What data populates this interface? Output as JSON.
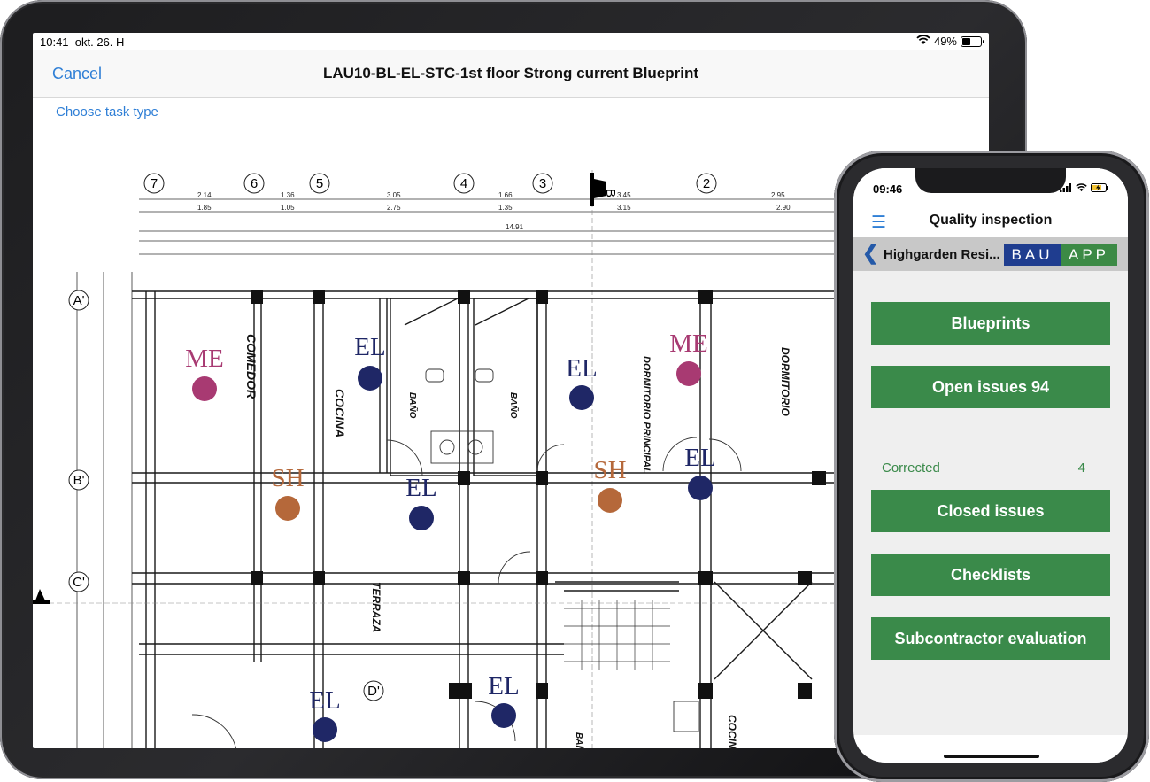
{
  "tablet": {
    "status": {
      "time": "10:41",
      "date": "okt. 26. H",
      "battery": "49%",
      "battery_level": 0.49
    },
    "nav": {
      "cancel": "Cancel",
      "title": "LAU10-BL-EL-STC-1st floor Strong current Blueprint"
    },
    "choose_task": "Choose task type",
    "blueprint": {
      "section_marker": "B",
      "grid_numbers": [
        "7",
        "6",
        "5",
        "4",
        "3",
        "2"
      ],
      "grid_letters": [
        "A'",
        "B'",
        "C'",
        "D'"
      ],
      "rooms": [
        "COMEDOR",
        "COCINA",
        "BAÑO",
        "BAÑO",
        "DORMITORIO PRINCIPAL",
        "DORMITORIO",
        "TERRAZA",
        "BAÑO",
        "COCINA"
      ],
      "dims_top1": [
        "2.14",
        "1.36",
        "3.05",
        "1.66",
        "3.45",
        "2.95"
      ],
      "dims_top2": [
        "1.85",
        "1.05",
        "2.75",
        "1.35",
        "3.15",
        "2.90"
      ],
      "dim_total": "14.91",
      "markers": [
        {
          "label": "ME",
          "color": "#a83a72"
        },
        {
          "label": "EL",
          "color": "#1f2766"
        },
        {
          "label": "EL",
          "color": "#1f2766"
        },
        {
          "label": "ME",
          "color": "#a83a72"
        },
        {
          "label": "SH",
          "color": "#b5683a"
        },
        {
          "label": "EL",
          "color": "#1f2766"
        },
        {
          "label": "SH",
          "color": "#b5683a"
        },
        {
          "label": "EL",
          "color": "#1f2766"
        },
        {
          "label": "EL",
          "color": "#1f2766"
        },
        {
          "label": "EL",
          "color": "#1f2766"
        }
      ]
    }
  },
  "phone": {
    "status": {
      "time": "09:46"
    },
    "header": {
      "title": "Quality inspection"
    },
    "project": {
      "name": "Highgarden Resi...",
      "logo_left": "BAU",
      "logo_right": "APP"
    },
    "buttons": {
      "blueprints": "Blueprints",
      "open_issues": "Open issues  94",
      "closed_issues": "Closed issues",
      "checklists": "Checklists",
      "subcontractor": "Subcontractor evaluation"
    },
    "corrected": {
      "label": "Corrected",
      "count": "4"
    }
  }
}
